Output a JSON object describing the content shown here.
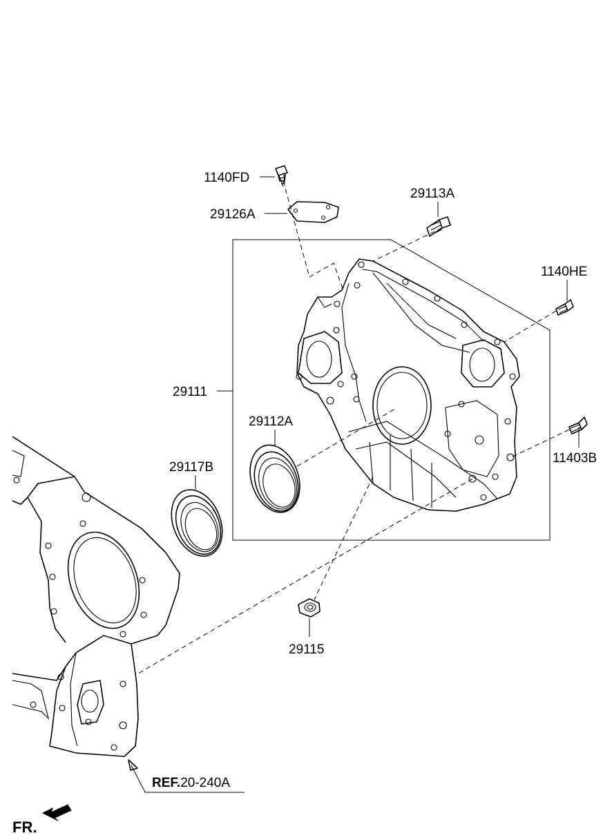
{
  "labels": {
    "p1140FD": "1140FD",
    "p29126A": "29126A",
    "p29113A": "29113A",
    "p1140HE": "1140HE",
    "p29111": "29111",
    "p29112A": "29112A",
    "p29117B": "29117B",
    "p11403B": "11403B",
    "p29115": "29115"
  },
  "reference": {
    "prefix": "REF.",
    "code": "20-240A"
  },
  "direction": {
    "label": "FR."
  }
}
